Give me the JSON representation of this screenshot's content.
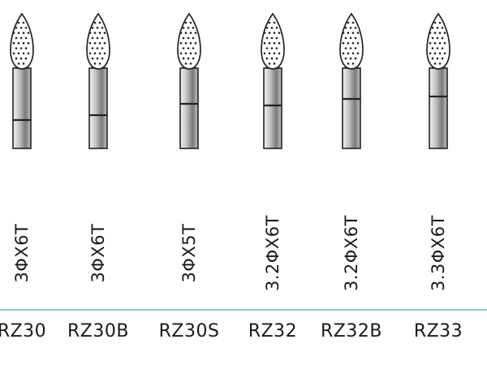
{
  "products": [
    {
      "code": "RZ30",
      "spec": "3ΦX6T"
    },
    {
      "code": "RZ30B",
      "spec": "3ΦX6T"
    },
    {
      "code": "RZ30S",
      "spec": "3ΦX5T"
    },
    {
      "code": "RZ32",
      "spec": "3.2ΦX6T"
    },
    {
      "code": "RZ32B",
      "spec": "3.2ΦX6T"
    },
    {
      "code": "RZ33",
      "spec": "3.3ΦX6T"
    }
  ],
  "colors": {
    "rule": "#8ed0b5",
    "outline": "#222222",
    "shank_light": "#f2f2f2",
    "shank_mid": "#c4c4c4",
    "shank_dark": "#7a7a7a"
  },
  "icons": {
    "bur": "flame-diamond-bur-icon"
  }
}
